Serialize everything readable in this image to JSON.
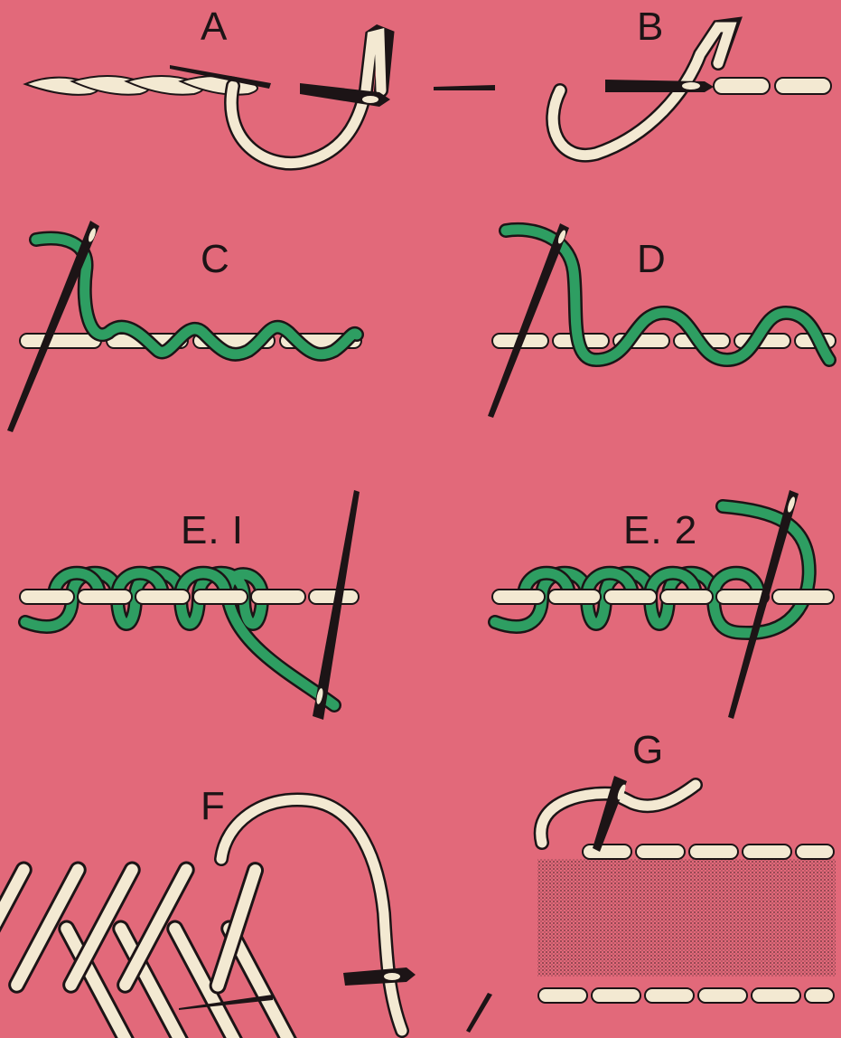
{
  "panels": {
    "a": {
      "label": "A"
    },
    "b": {
      "label": "B"
    },
    "c": {
      "label": "C"
    },
    "d": {
      "label": "D"
    },
    "e1": {
      "label": "E. I"
    },
    "e2": {
      "label": "E. 2"
    },
    "f": {
      "label": "F"
    },
    "g": {
      "label": "G"
    }
  },
  "colors": {
    "background": "#E2697A",
    "thread_cream": "#F3E9D2",
    "thread_green": "#2E9E62",
    "outline": "#1c1416",
    "needle": "#1c1416"
  }
}
